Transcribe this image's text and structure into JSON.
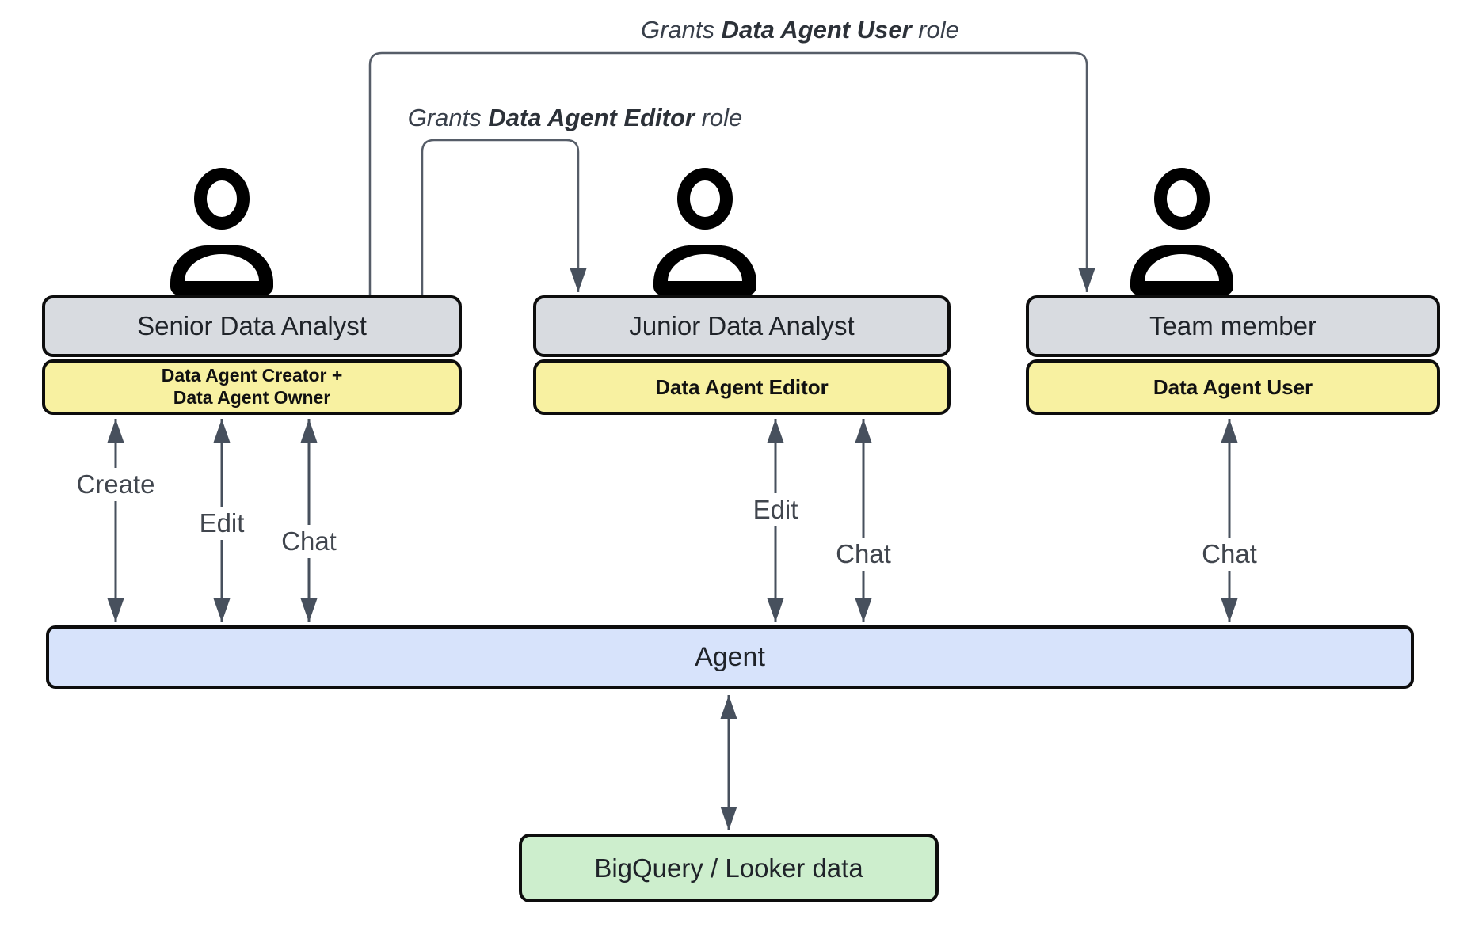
{
  "grants": [
    {
      "pre": "Grants ",
      "bold": "Data Agent User",
      "post": " role"
    },
    {
      "pre": "Grants ",
      "bold": "Data Agent Editor",
      "post": " role"
    }
  ],
  "actors": [
    {
      "title": "Senior Data Analyst",
      "roles": [
        "Data Agent Creator +",
        "Data Agent Owner"
      ]
    },
    {
      "title": "Junior Data Analyst",
      "roles": [
        "Data Agent Editor"
      ]
    },
    {
      "title": "Team member",
      "roles": [
        "Data Agent User"
      ]
    }
  ],
  "actions": {
    "senior": [
      "Create",
      "Edit",
      "Chat"
    ],
    "junior": [
      "Edit",
      "Chat"
    ],
    "team": [
      "Chat"
    ]
  },
  "agent": {
    "label": "Agent"
  },
  "datasource": {
    "label": "BigQuery / Looker data"
  },
  "colors": {
    "actor_box": "#d8dbe0",
    "role_box": "#f8f1a1",
    "agent_bar": "#d7e3fb",
    "datasource_box": "#cdeecd",
    "connector": "#47505d",
    "border": "#0d0d0d"
  }
}
